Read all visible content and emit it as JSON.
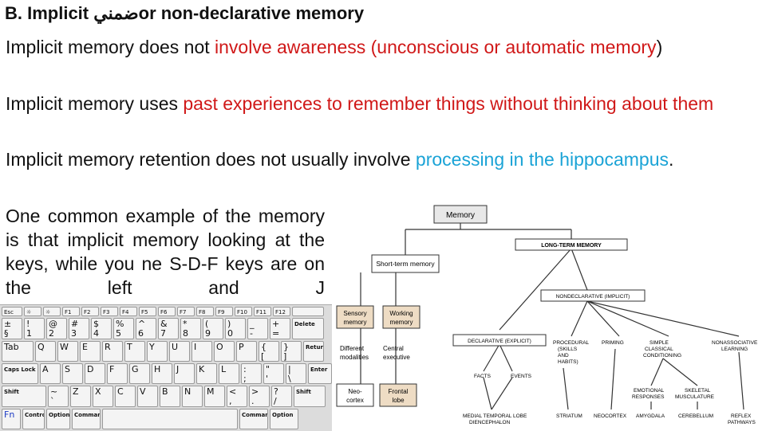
{
  "title": {
    "prefix": "B. Implicit ",
    "arabic": "ضمني",
    "suffix": "or non-declarative memory"
  },
  "paragraphs": [
    {
      "a": "Implicit memory does not ",
      "b": "involve awareness (unconscious or automatic memory",
      "c": ")"
    },
    {
      "a": "Implicit memory uses ",
      "b": "past experiences to remember things without thinking about them",
      "c": ""
    },
    {
      "a": "Implicit memory retention does not usually involve ",
      "b": "processing in the hippocampus",
      "c": "."
    },
    {
      "a": "One common example of the memory is that implicit memory looking at the keys, while you ne S-D-F keys are on the left and J",
      "b": "",
      "c": ""
    }
  ],
  "keyboard": {
    "rows": [
      [
        "Esc",
        "☼",
        "☼",
        "F1",
        "F2",
        "F3",
        "F4",
        "F5",
        "F6",
        "F7",
        "F8",
        "F9",
        "F10",
        "F11",
        "F12",
        ""
      ],
      [
        "±\n§",
        "!\n1",
        "@\n2",
        "#\n3",
        "$\n4",
        "%\n5",
        "^\n6",
        "&\n7",
        "*\n8",
        "(\n9",
        ")\n0",
        "_\n-",
        "+\n=",
        "Delete"
      ],
      [
        "Tab",
        "Q",
        "W",
        "E",
        "R",
        "T",
        "Y",
        "U",
        "I",
        "O",
        "P",
        "{\n[",
        "}\n]",
        "Return"
      ],
      [
        "Caps Lock",
        "A",
        "S",
        "D",
        "F",
        "G",
        "H",
        "J",
        "K",
        "L",
        ":\n;",
        "\"\n'",
        "|\n\\",
        "Enter"
      ],
      [
        "Shift",
        "~\n`",
        "Z",
        "X",
        "C",
        "V",
        "B",
        "N",
        "M",
        "<\n,",
        ">\n.",
        "?\n/",
        "Shift"
      ],
      [
        "Fn",
        "Control",
        "Option",
        "Command",
        "",
        "Command",
        "Option"
      ]
    ]
  },
  "diagram": {
    "memory": "Memory",
    "short_term": "Short-term memory",
    "long_term": "LONG-TERM MEMORY",
    "sensory": "Sensory memory",
    "working": "Working memory",
    "different": "Different modalities",
    "central": "Central executive",
    "neo": "Neo- cortex",
    "frontal": "Frontal lobe",
    "nondeclarative": "NONDECLARATIVE (IMPLICIT)",
    "declarative": "DECLARATIVE (EXPLICIT)",
    "procedural": "PROCEDURAL (SKILLS AND HABITS)",
    "priming": "PRIMING",
    "simple": "SIMPLE CLASSICAL CONDITIONING",
    "nonassoc": "NONASSOCIATIVE LEARNING",
    "facts": "FACTS",
    "events": "EVENTS",
    "emotional": "EMOTIONAL RESPONSES",
    "skeletal": "SKELETAL MUSCULATURE",
    "medial": "MEDIAL TEMPORAL LOBE DIENCEPHALON",
    "striatum": "STRIATUM",
    "neocortex": "NEOCORTEX",
    "amygdala": "AMYGDALA",
    "cerebellum": "CEREBELLUM",
    "reflex": "REFLEX PATHWAYS"
  }
}
